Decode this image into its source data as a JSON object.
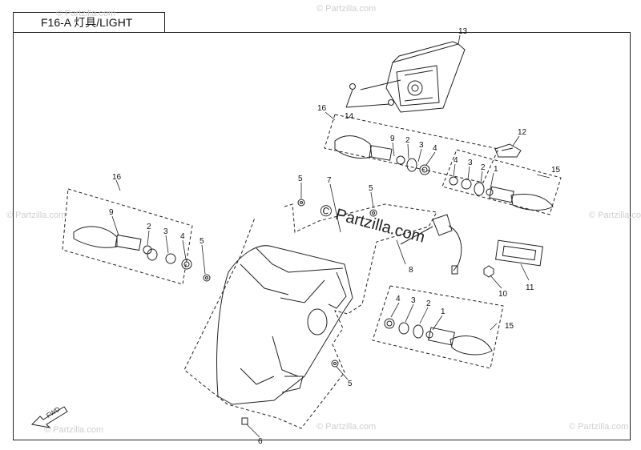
{
  "title": "F16-A 灯具/LIGHT",
  "watermark": "© Partzilla.com",
  "fwd_label": "FWD",
  "callouts": {
    "c13": "13",
    "c14": "14",
    "c16a": "16",
    "c9a": "9",
    "c2a": "2",
    "c3a": "3",
    "c4a": "4",
    "c12": "12",
    "c15a": "15",
    "c4b": "4",
    "c3b": "3",
    "c2b": "2",
    "c1b": "1",
    "c16b": "16",
    "c9b": "9",
    "c2c": "2",
    "c3c": "3",
    "c4c": "4",
    "c5a": "5",
    "c5b": "5",
    "c7": "7",
    "c5c": "5",
    "c8": "8",
    "c10": "10",
    "c11": "11",
    "c4d": "4",
    "c3d": "3",
    "c2d": "2",
    "c1d": "1",
    "c15b": "15",
    "c5d": "5",
    "c6": "6"
  },
  "colors": {
    "line": "#222222",
    "watermark": "#cfcfcf"
  }
}
